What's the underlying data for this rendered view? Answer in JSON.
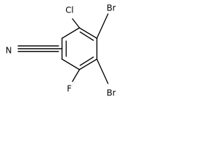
{
  "molecule": {
    "atoms": {
      "nitrogen": "N",
      "chlorine": "Cl",
      "bromine_top": "Br",
      "bromine_bottom": "Br",
      "fluorine": "F"
    }
  }
}
